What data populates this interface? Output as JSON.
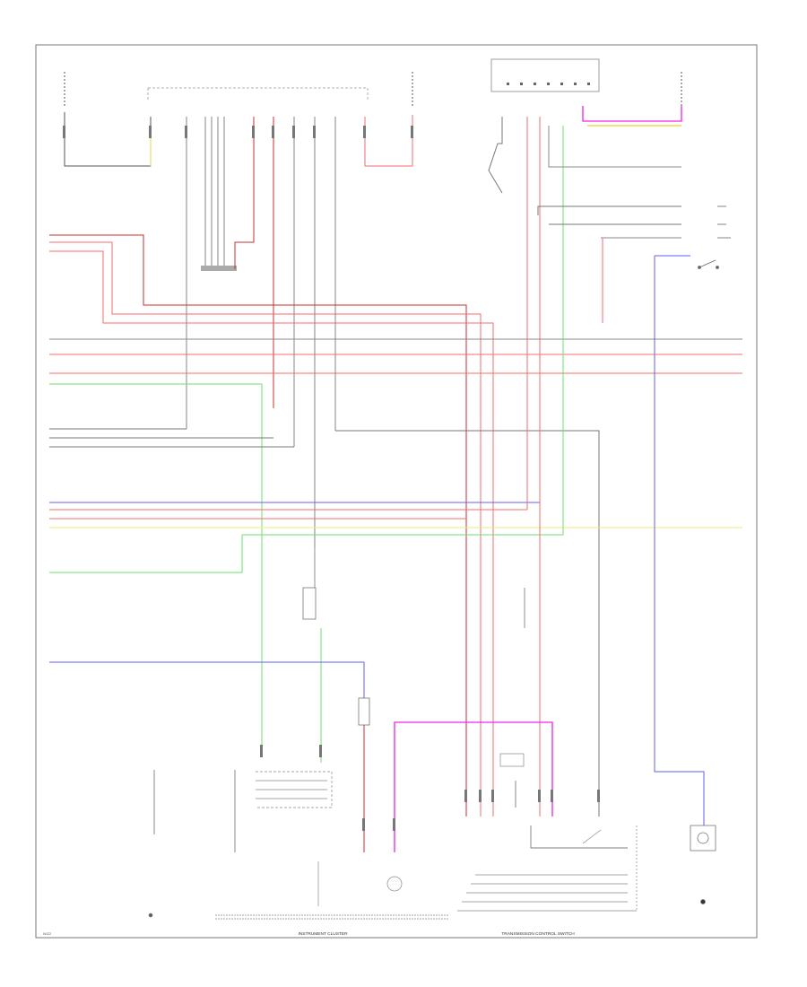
{
  "diagram": {
    "type": "wiring-diagram",
    "page_tag": "W/Z2",
    "bottom_labels": {
      "instrument_cluster": "INSTRUMENT CLUSTER",
      "transmission_control_switch": "TRANSMISSION CONTROL SWITCH"
    },
    "wire_colors": {
      "red": "#f26d6d",
      "dark_red": "#c63030",
      "green": "#6fe06f",
      "blue": "#6060ee",
      "yellow": "#ecec7a",
      "magenta": "#f020f0",
      "black": "#555555",
      "gray": "#999999",
      "frame": "#777777"
    }
  }
}
